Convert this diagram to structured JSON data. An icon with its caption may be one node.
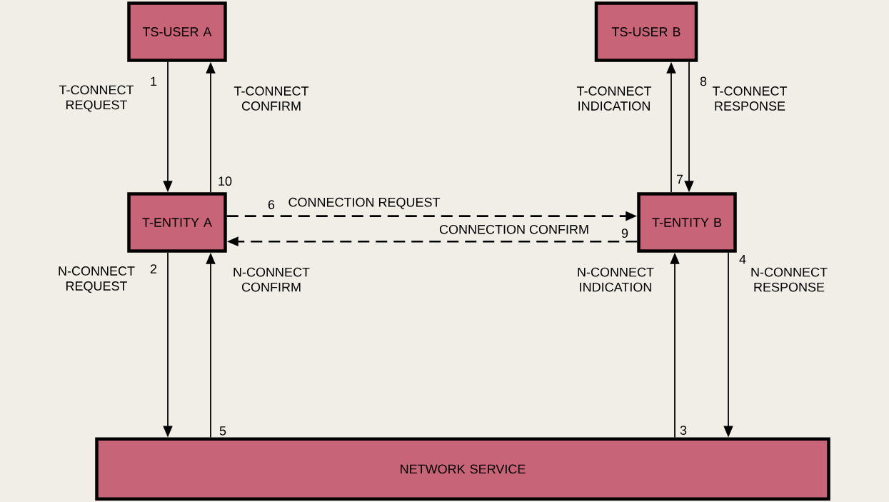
{
  "diagram": {
    "nodes": [
      {
        "text": [
          "TS-USER A"
        ]
      },
      {
        "text": [
          "TS-USER B"
        ]
      },
      {
        "text": [
          "T-ENTITY A"
        ]
      },
      {
        "text": [
          "T-ENTITY B"
        ]
      },
      {
        "text": [
          "NETWORK SERVICE"
        ]
      }
    ],
    "edges": [
      {
        "from": 0,
        "to": 2,
        "arrow": "to",
        "label": "T-CONNECT REQUEST"
      },
      {
        "from": 2,
        "to": 0,
        "arrow": "to",
        "label": "T-CONNECT CONFIRM"
      },
      {
        "from": 3,
        "to": 1,
        "arrow": "to",
        "label": "T-CONNECT INDICATION"
      },
      {
        "from": 1,
        "to": 3,
        "arrow": "to",
        "label": "T-CONNECT RESPONSE"
      },
      {
        "from": 2,
        "to": 3,
        "arrow": "to",
        "label": "CONNECTION REQUEST",
        "style": "dashed"
      },
      {
        "from": 3,
        "to": 2,
        "arrow": "to",
        "label": "CONNECTION CONFIRM",
        "style": "dashed"
      },
      {
        "from": 2,
        "to": 4,
        "arrow": "to",
        "label": "N-CONNECT REQUEST"
      },
      {
        "from": 4,
        "to": 2,
        "arrow": "to",
        "label": "N-CONNECT CONFIRM"
      },
      {
        "from": 4,
        "to": 3,
        "arrow": "to",
        "label": "N-CONNECT INDICATION"
      },
      {
        "from": 3,
        "to": 4,
        "arrow": "to",
        "label": "N-CONNECT RESPONSE"
      }
    ],
    "labels": [
      "1",
      "8",
      "10",
      "7",
      "6",
      "9",
      "2",
      "4",
      "5",
      "3"
    ]
  }
}
